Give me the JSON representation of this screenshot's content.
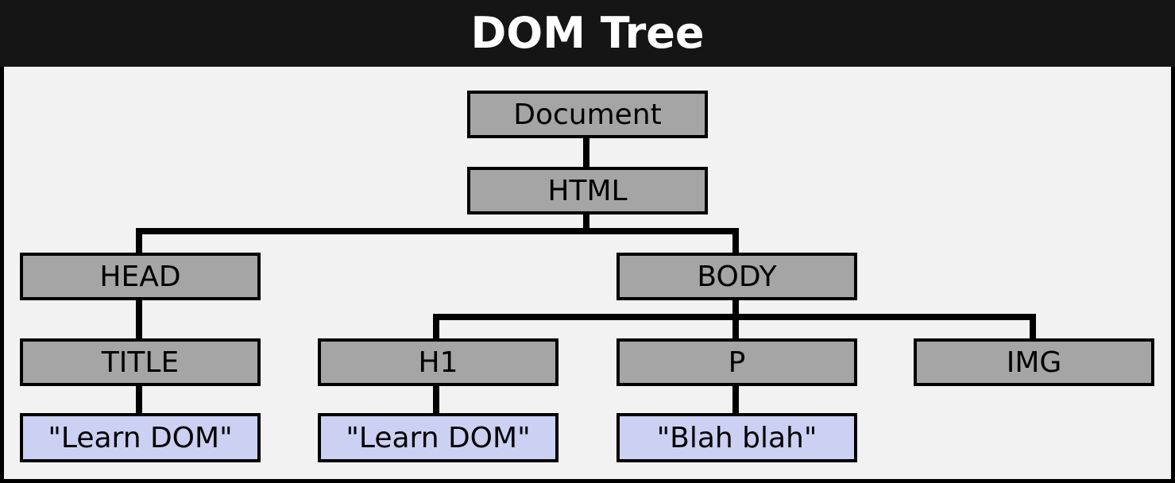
{
  "title": "DOM Tree",
  "colors": {
    "header_bg": "#151515",
    "canvas_bg": "#f2f2f2",
    "element_node": "#a5a5a5",
    "text_node": "#ccd0f2",
    "lines": "#000000"
  },
  "nodes": {
    "document": "Document",
    "html": "HTML",
    "head": "HEAD",
    "body": "BODY",
    "title": "TITLE",
    "h1": "H1",
    "p": "P",
    "img": "IMG",
    "title_text": "\"Learn DOM\"",
    "h1_text": "\"Learn DOM\"",
    "p_text": "\"Blah blah\""
  }
}
